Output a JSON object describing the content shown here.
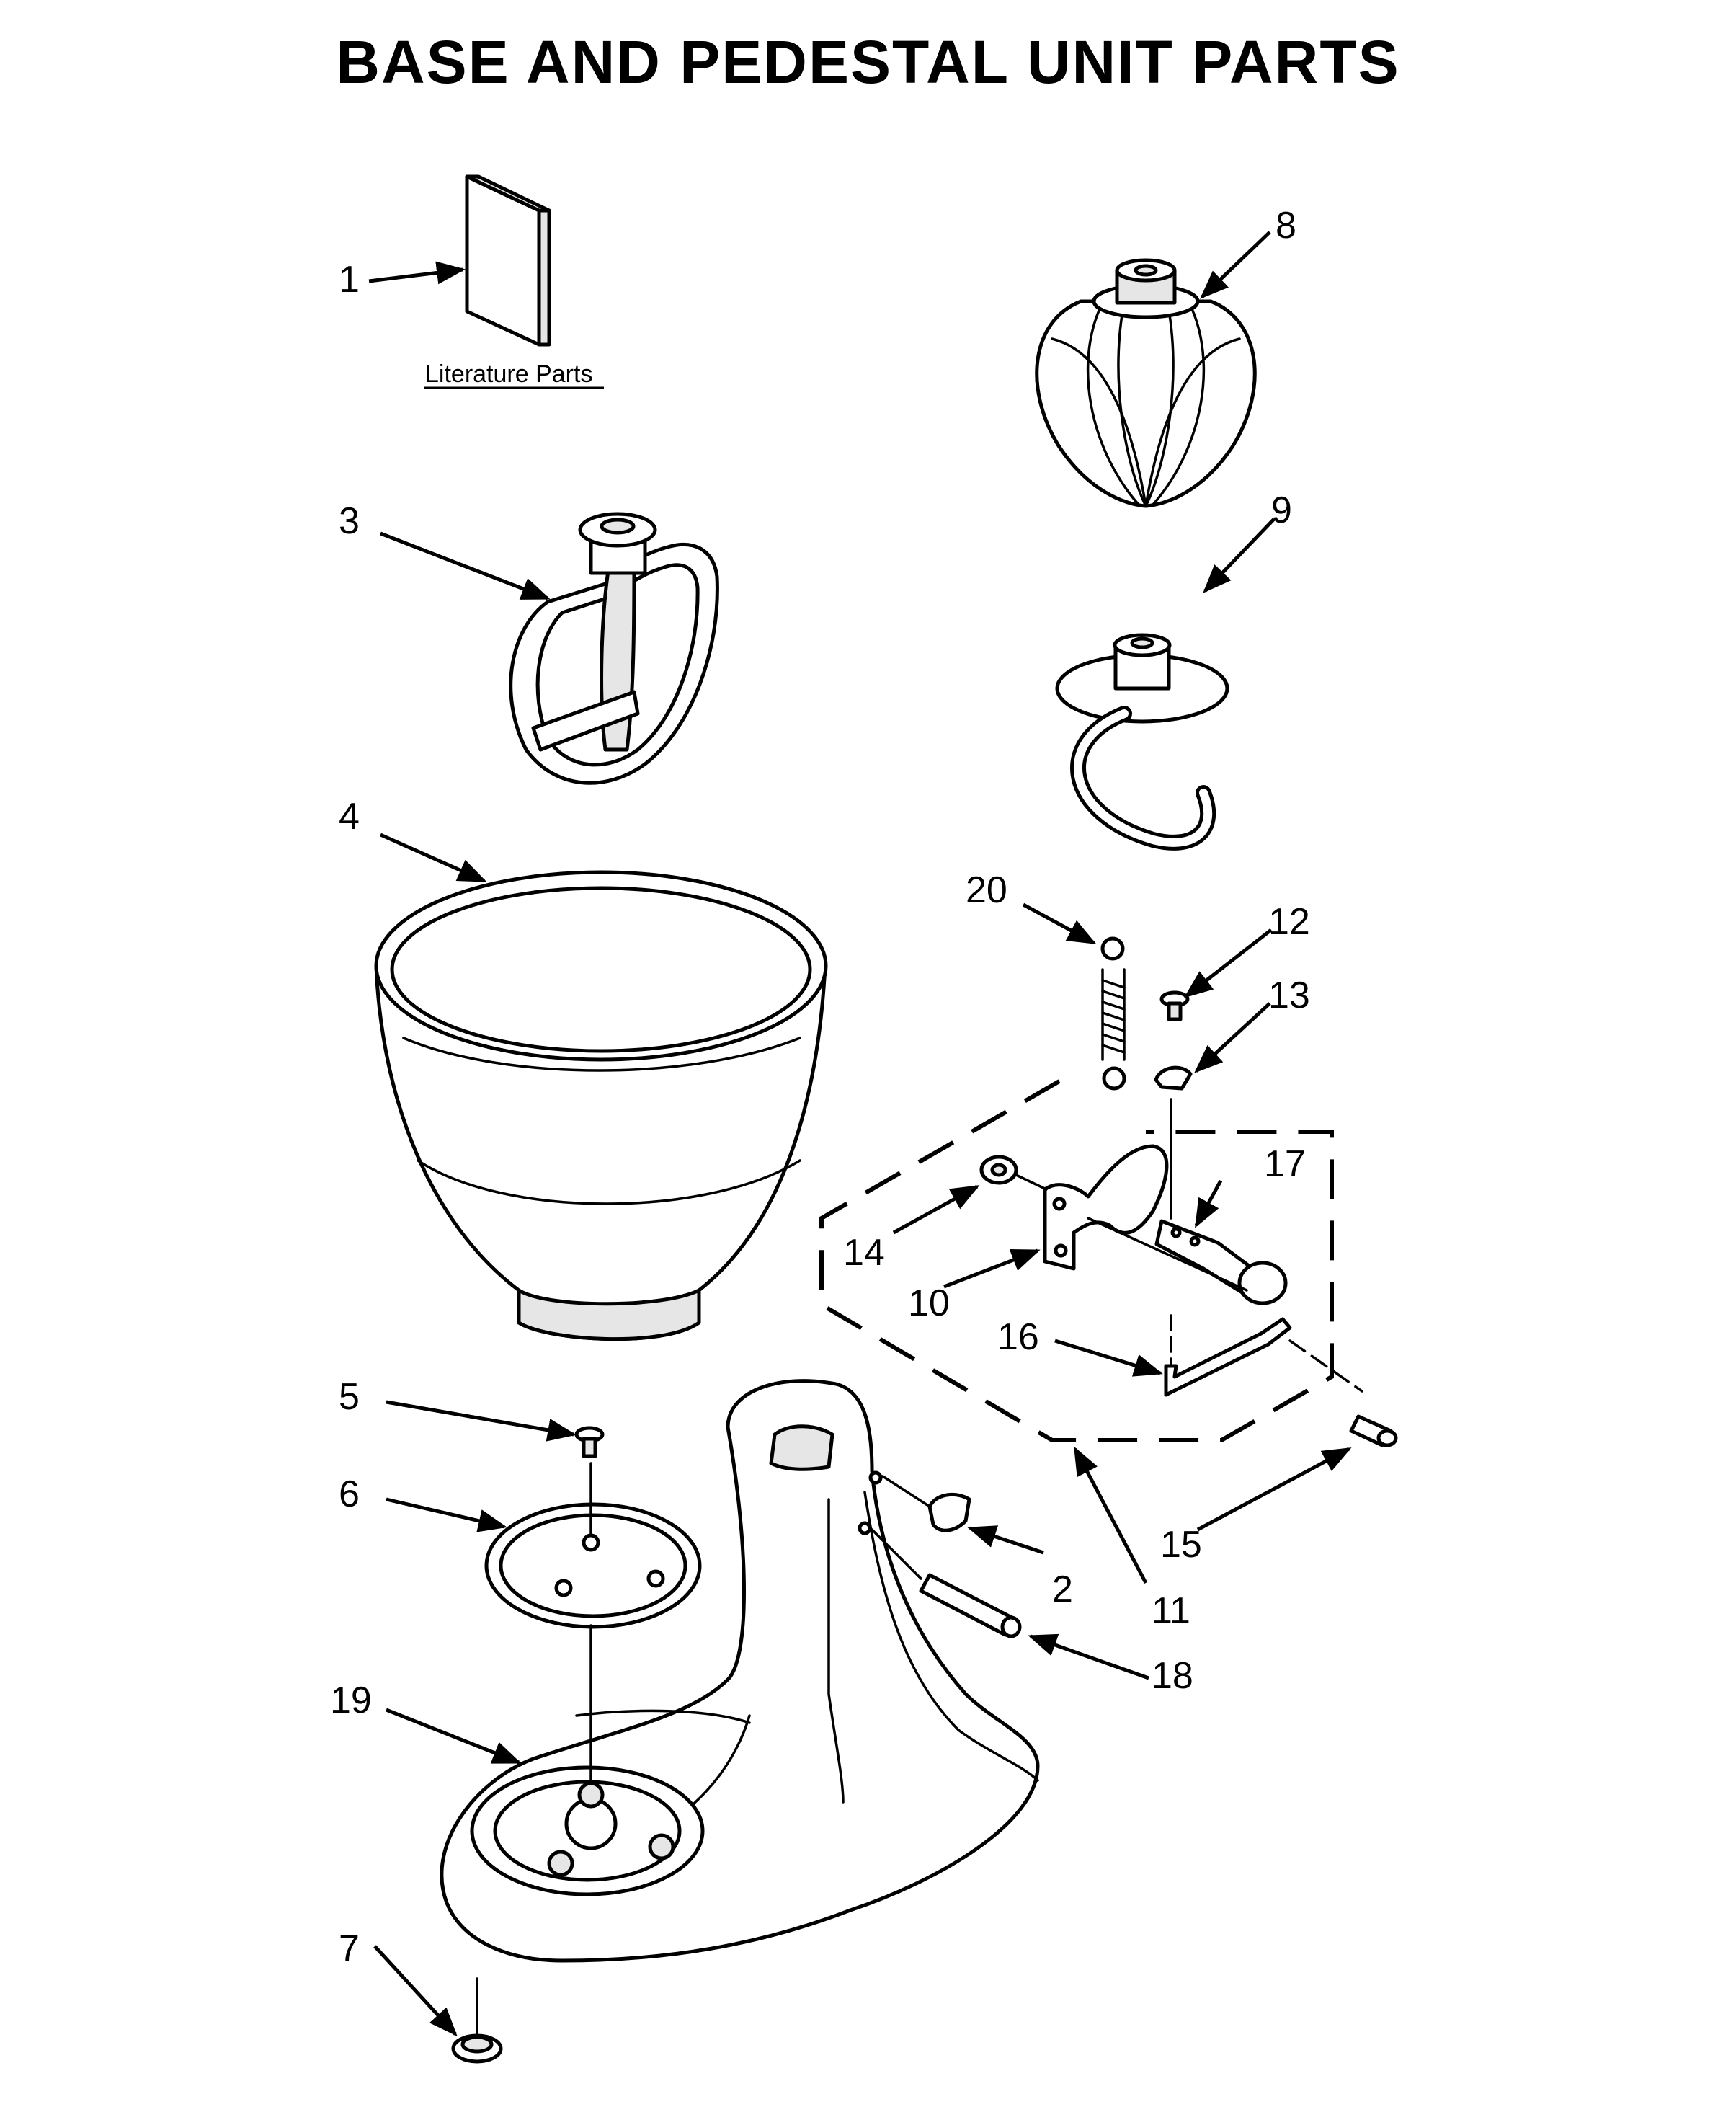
{
  "title": "BASE AND PEDESTAL UNIT PARTS",
  "literature_label": "Literature Parts",
  "callouts": {
    "c1": "1",
    "c2": "2",
    "c3": "3",
    "c4": "4",
    "c5": "5",
    "c6": "6",
    "c7": "7",
    "c8": "8",
    "c9": "9",
    "c10": "10",
    "c11": "11",
    "c12": "12",
    "c13": "13",
    "c14": "14",
    "c15": "15",
    "c16": "16",
    "c17": "17",
    "c18": "18",
    "c19": "19",
    "c20": "20"
  }
}
